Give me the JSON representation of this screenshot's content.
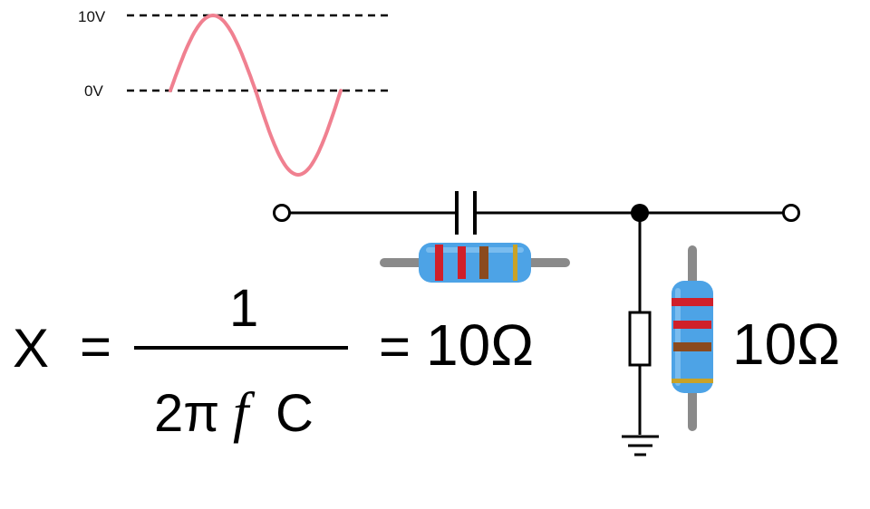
{
  "waveform": {
    "label_top": "10V",
    "label_zero": "0V"
  },
  "equation": {
    "lhs": "X",
    "equals": "=",
    "numerator": "1",
    "denominator_prefix": "2π",
    "denominator_f": "f",
    "denominator_suffix": "C",
    "result_equals": "=",
    "result": "10Ω"
  },
  "shunt_resistor": {
    "value_label": "10Ω"
  },
  "colors": {
    "sine": "#f08090",
    "wire": "#000000",
    "resistor_body": "#4da3e6",
    "band_red": "#d0202a",
    "band_brown": "#8b4a1e",
    "band_gold": "#c9a227",
    "lead_gray": "#8a8a8a"
  }
}
